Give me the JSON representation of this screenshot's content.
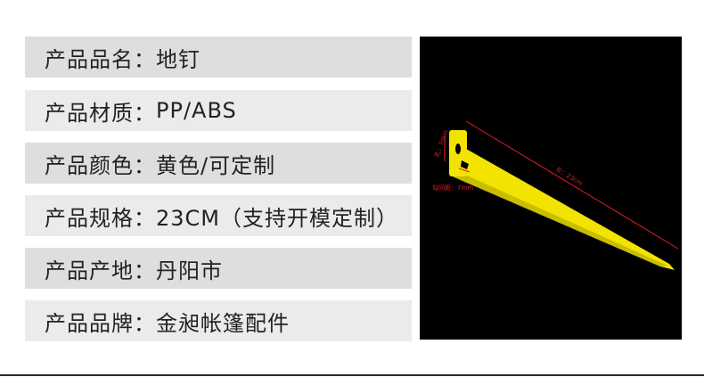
{
  "specs": [
    {
      "label": "产品品名：",
      "value": "地钉"
    },
    {
      "label": "产品材质：",
      "value": "PP/ABS"
    },
    {
      "label": "产品颜色：",
      "value": "黄色/可定制"
    },
    {
      "label": "产品规格：",
      "value": "23CM（支持开模定制）"
    },
    {
      "label": "产品产地：",
      "value": "丹阳市"
    },
    {
      "label": "产品品牌：",
      "value": "金昶帐篷配件"
    }
  ],
  "photo": {
    "hole_label": "孔：7mm",
    "length_label": "长：23cm",
    "hook_label": "勾间距：7mm",
    "stake_color": "#f2e400",
    "annotation_color": "#e0202a"
  }
}
